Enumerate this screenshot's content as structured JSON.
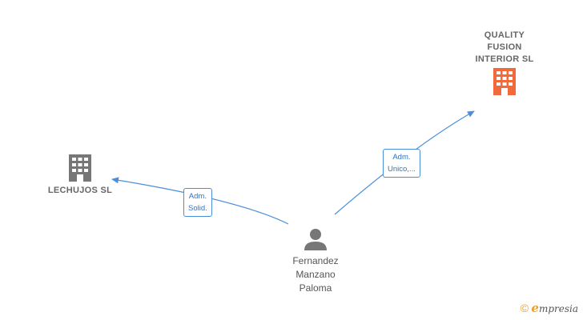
{
  "nodes": {
    "quality": {
      "label": "QUALITY\nFUSION\nINTERIOR  SL",
      "color": "#f26a3b"
    },
    "lechujos": {
      "label": "LECHUJOS  SL",
      "color": "#777777"
    },
    "person": {
      "label": "Fernandez\nManzano\nPaloma",
      "color": "#777777"
    }
  },
  "edges": {
    "to_lechujos": {
      "label": "Adm.\nSolid."
    },
    "to_quality": {
      "label": "Adm.\nUnico,..."
    }
  },
  "edge_color": "#4a8fdb",
  "brand": {
    "copyright": "©",
    "initial": "e",
    "rest": "mpresia"
  }
}
